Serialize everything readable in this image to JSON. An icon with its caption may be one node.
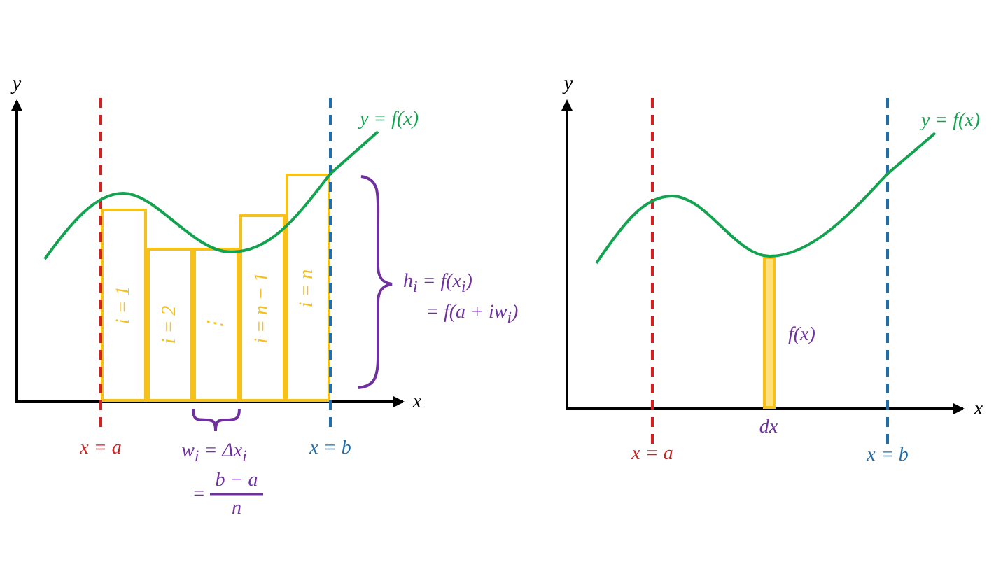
{
  "diagram": {
    "nodes": [
      {
        "text": [
          "i = 1"
        ]
      },
      {
        "text": [
          "i = 2"
        ]
      },
      {
        "text": [
          "⋮"
        ]
      },
      {
        "text": [
          "i = n − 1"
        ]
      },
      {
        "text": [
          "i = n"
        ]
      },
      {
        "text": [],
        "shape": "bar"
      }
    ],
    "labels": [
      "y",
      "y = f(x)",
      "x",
      "x = a",
      "x = b",
      "w$_{i}$ = Δx$_{i}$",
      "=",
      "b − a",
      "n",
      "h$_{i}$ = f(x$_{i}$)",
      "= f(a + iw$_{i}$)",
      "y",
      "y = f(x)",
      "f(x)",
      "x",
      "dx",
      "x = a",
      "x = b"
    ]
  }
}
